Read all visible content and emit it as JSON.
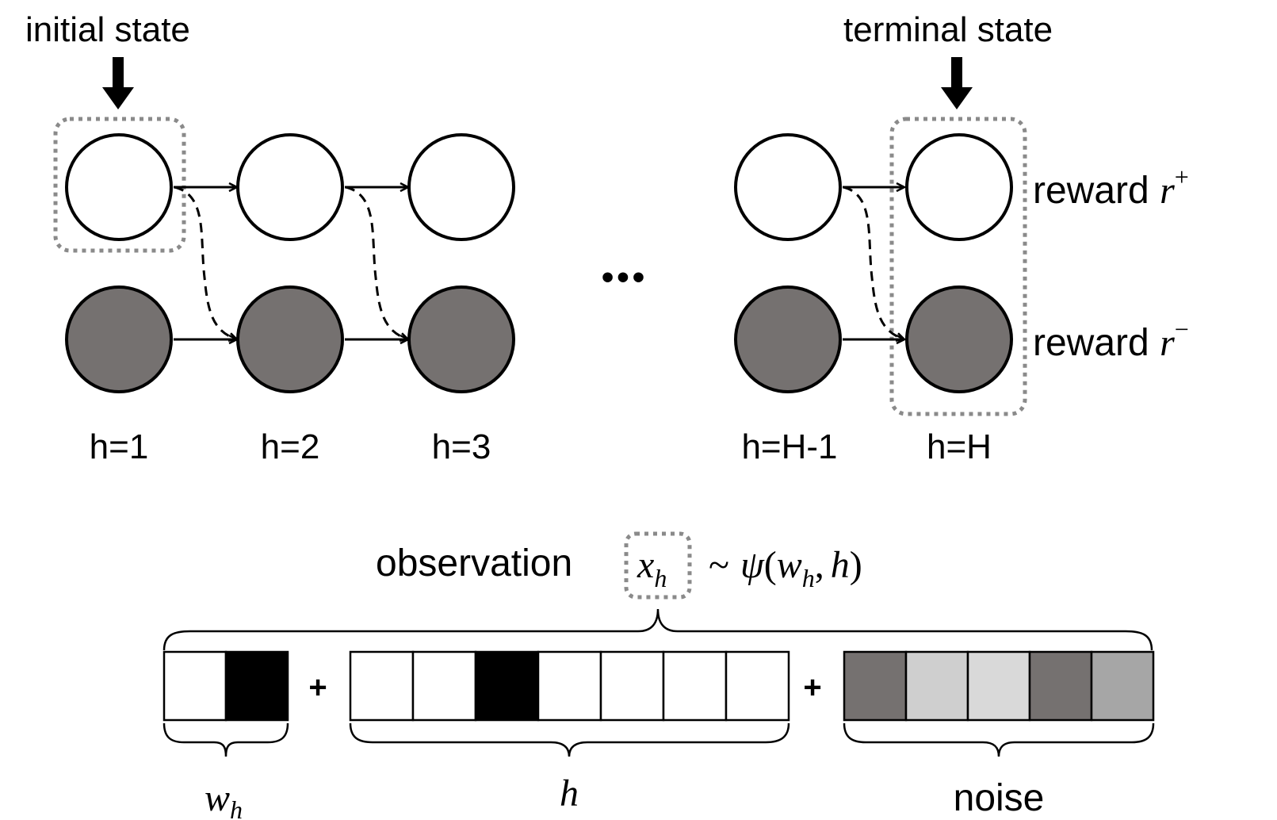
{
  "labels": {
    "initial_state": "initial state",
    "terminal_state": "terminal state",
    "ellipsis": "•••",
    "reward_pos_prefix": "reward ",
    "reward_pos_var": "r",
    "reward_pos_sup": "+",
    "reward_neg_prefix": "reward ",
    "reward_neg_var": "r",
    "reward_neg_sup": "−"
  },
  "steps": [
    "h=1",
    "h=2",
    "h=3",
    "h=H-1",
    "h=H"
  ],
  "observation": {
    "word": "observation",
    "x_var": "x",
    "x_sub": "h",
    "tilde": "~",
    "psi": "ψ",
    "open_paren": "(",
    "w_var": "w",
    "w_sub": "h",
    "comma": ",",
    "h_var": "h",
    "close_paren": ")"
  },
  "vector_labels": {
    "plus": "+",
    "w_var": "w",
    "w_sub": "h",
    "h_var": "h",
    "noise": "noise"
  },
  "vectors": {
    "w": {
      "cells": 2,
      "black_index": 1
    },
    "h": {
      "cells": 7,
      "black_index": 2
    },
    "noise": {
      "fills": [
        "#757170",
        "#cfcfcf",
        "#d9d9d9",
        "#757170",
        "#a6a6a6"
      ]
    }
  },
  "colors": {
    "latent_state_fill": "#757170",
    "dotted_box": "#8a8a8a",
    "black": "#000000"
  }
}
